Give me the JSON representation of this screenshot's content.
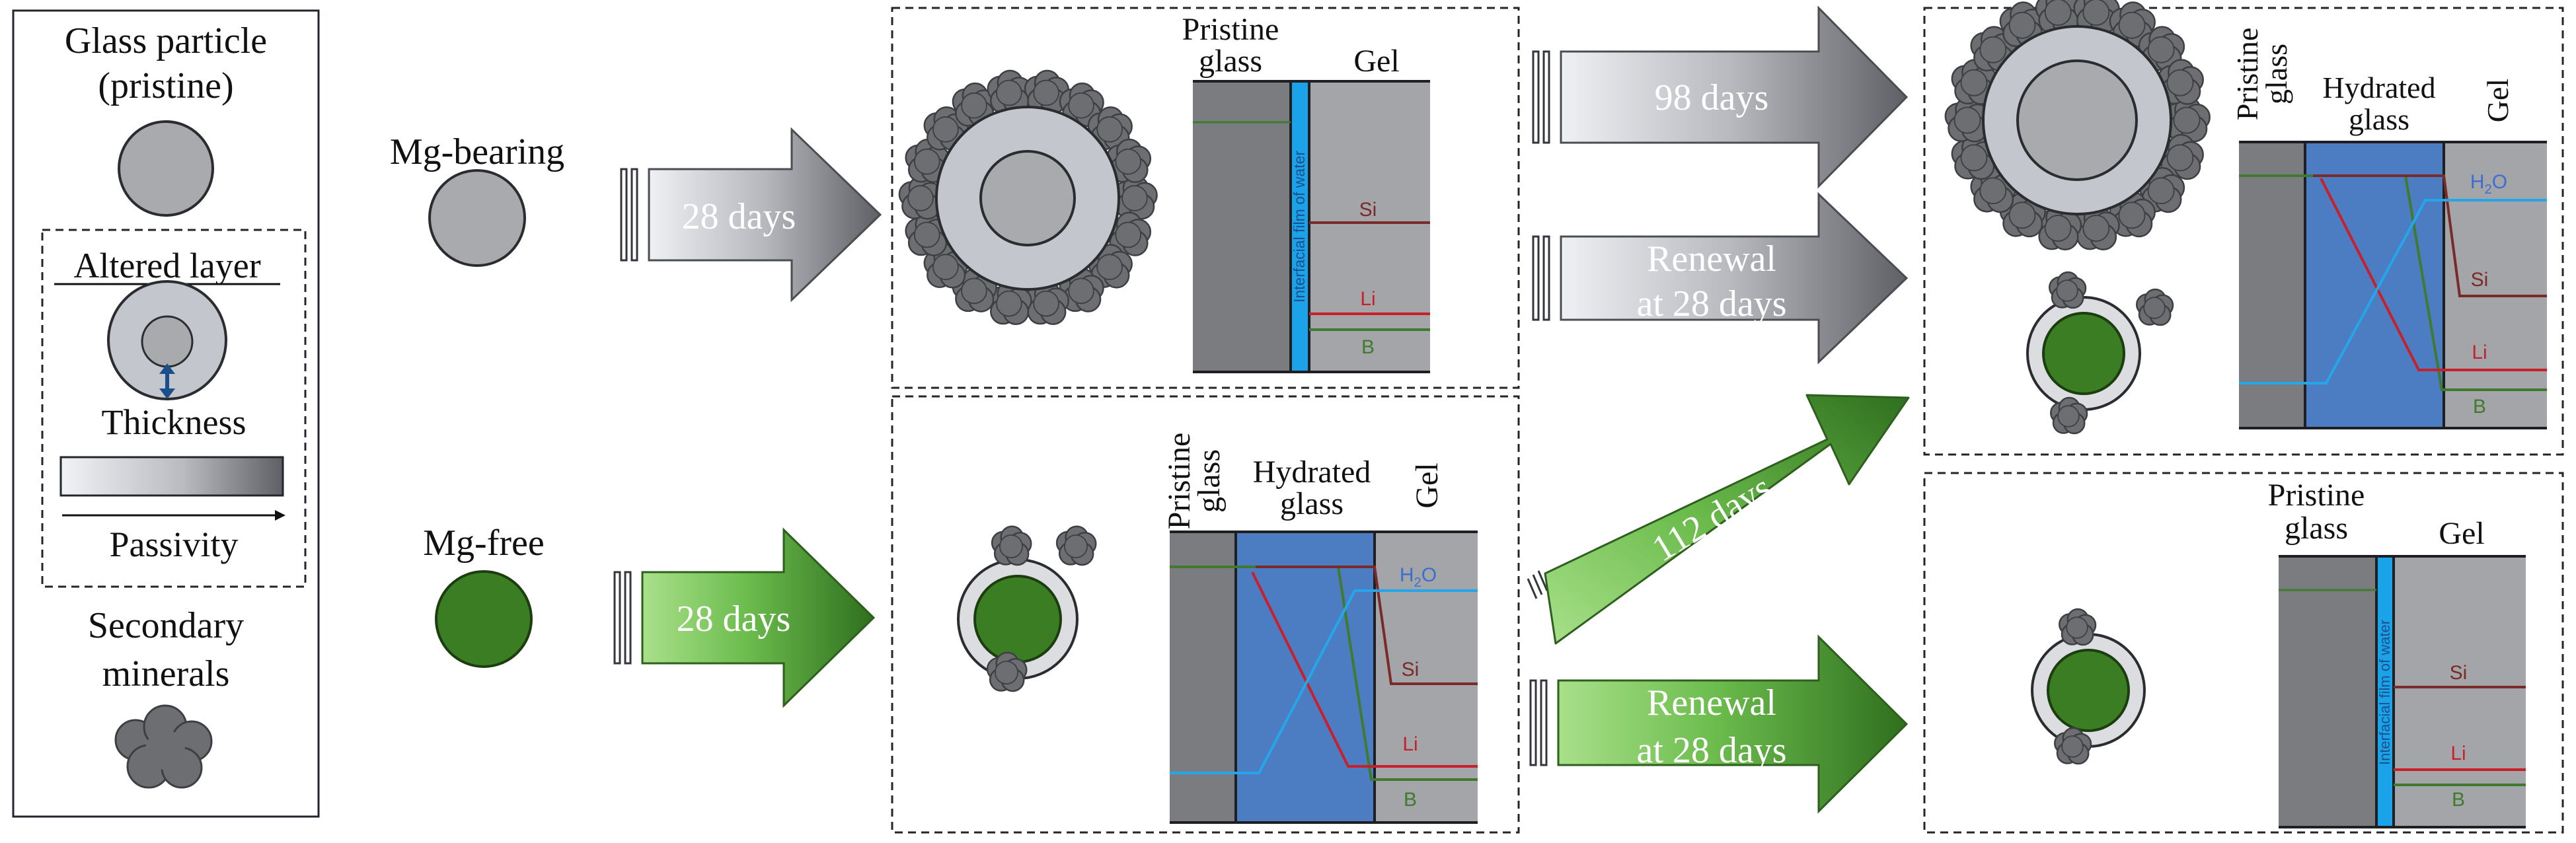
{
  "legend": {
    "particle_title_line1": "Glass particle",
    "particle_title_line2": "(pristine)",
    "altered_layer": "Altered layer",
    "thickness": "Thickness",
    "passivity": "Passivity",
    "secondary_line1": "Secondary",
    "secondary_line2": "minerals"
  },
  "inputs": {
    "mg_bearing": "Mg-bearing",
    "mg_free": "Mg-free"
  },
  "arrows": {
    "mg_bearing_28": "28 days",
    "mg_free_28": "28 days",
    "mg_bearing_98": "98 days",
    "mg_bearing_renewal_line1": "Renewal",
    "mg_bearing_renewal_line2": "at 28 days",
    "mg_free_112": "112 days",
    "mg_free_renewal_line1": "Renewal",
    "mg_free_renewal_line2": "at 28 days"
  },
  "profiles": {
    "pristine_line1": "Pristine",
    "pristine_line2": "glass",
    "hydrated_line1": "Hydrated",
    "hydrated_line2": "glass",
    "gel": "Gel",
    "interfacial_film": "Interfacial film of water",
    "h2o_main": "H",
    "h2o_sub": "2",
    "h2o_end": "O",
    "si": "Si",
    "li": "Li",
    "b": "B"
  },
  "colors": {
    "pristine_glass": "#7a7c80",
    "gel": "#a3a5a9",
    "hydrated_glass": "#4c7dc2",
    "water_film": "#1aa3e8",
    "h2o_line": "#25a6e8",
    "si_line": "#7b2a2a",
    "li_line": "#c8202a",
    "b_line": "#3f7a2e",
    "mg_bearing_particle": "#a8aaae",
    "mg_free_particle": "#3a7d23",
    "mineral": "#6d6e71"
  }
}
